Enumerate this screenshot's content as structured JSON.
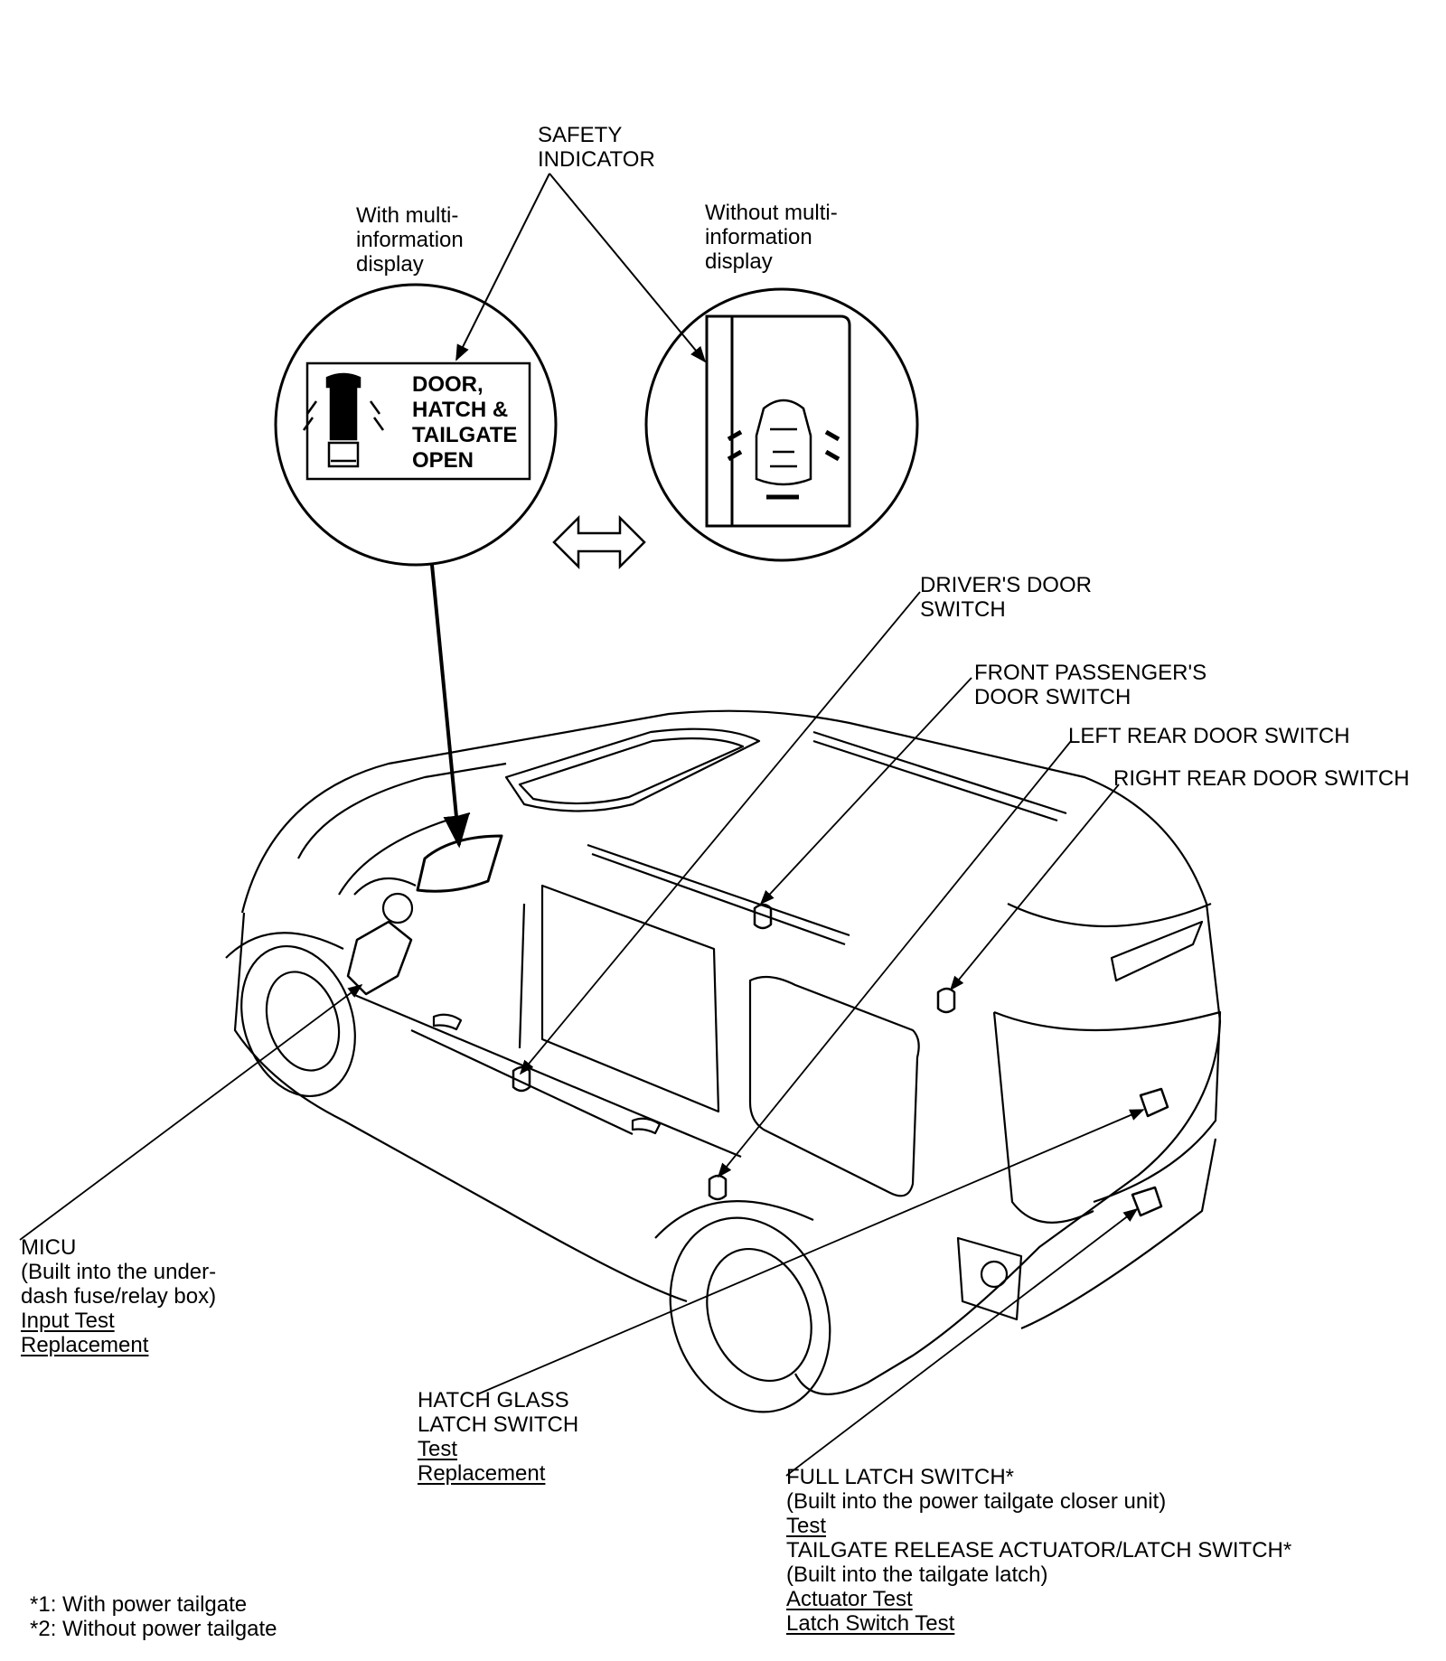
{
  "safety_indicator": {
    "lines": [
      "SAFETY",
      "INDICATOR"
    ]
  },
  "with_mid": {
    "lines": [
      "With multi-",
      "information",
      "display"
    ]
  },
  "without_mid": {
    "lines": [
      "Without multi-",
      "information",
      "display"
    ]
  },
  "display_message": [
    "DOOR,",
    "HATCH &",
    "TAILGATE",
    "OPEN"
  ],
  "drivers_door": {
    "lines": [
      "DRIVER'S DOOR",
      "SWITCH"
    ]
  },
  "front_passenger_door": {
    "lines": [
      "FRONT PASSENGER'S",
      "DOOR SWITCH"
    ]
  },
  "left_rear_door": {
    "lines": [
      "LEFT REAR DOOR SWITCH"
    ]
  },
  "right_rear_door": {
    "lines": [
      "RIGHT REAR DOOR SWITCH"
    ]
  },
  "micu": {
    "lines": [
      "MICU",
      "(Built into the under-",
      "dash fuse/relay box)"
    ],
    "links": [
      "Input Test",
      "Replacement"
    ]
  },
  "hatch_glass": {
    "lines": [
      "HATCH GLASS",
      "LATCH SWITCH"
    ],
    "links": [
      "Test",
      "Replacement"
    ]
  },
  "full_latch": {
    "title": "FULL LATCH SWITCH*",
    "note": "(Built into the power tailgate closer unit)",
    "link": "Test"
  },
  "tailgate_release": {
    "title": "TAILGATE RELEASE ACTUATOR/LATCH SWITCH*",
    "note": "(Built into the tailgate latch)",
    "links": [
      "Actuator Test",
      "Latch Switch Test"
    ]
  },
  "footnotes": [
    "*1: With power tailgate",
    "*2: Without power tailgate"
  ]
}
